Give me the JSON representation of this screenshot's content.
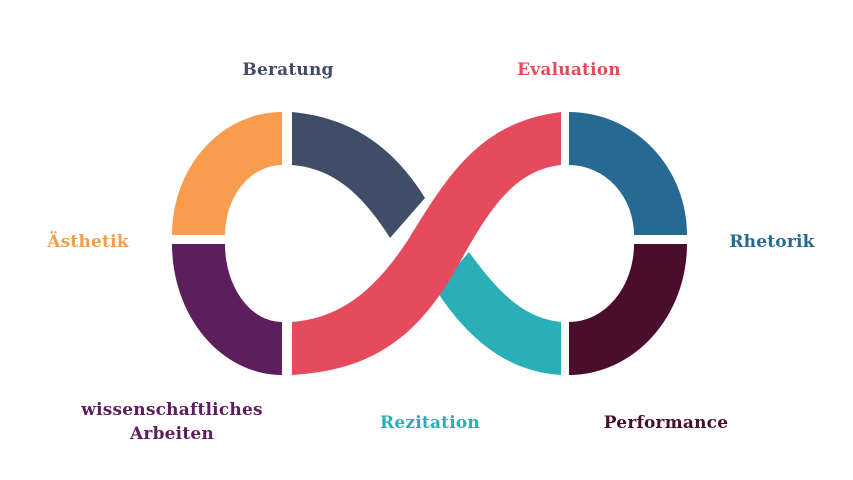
{
  "colors": {
    "beratung": "#3f4e66",
    "evaluation": "#e64b5d",
    "aesthetik": "#f89d4d",
    "rhetorik": "#266a91",
    "arbeiten": "#5c1e5c",
    "rezitation": "#2aafb8",
    "performance": "#4a0d2e",
    "background": "#ffffff"
  },
  "labels": {
    "beratung": "Beratung",
    "evaluation": "Evaluation",
    "aesthetik": "Ästhetik",
    "rhetorik": "Rhetorik",
    "arbeiten_line1": "wissenschaftliches",
    "arbeiten_line2": "Arbeiten",
    "rezitation": "Rezitation",
    "performance": "Performance"
  }
}
